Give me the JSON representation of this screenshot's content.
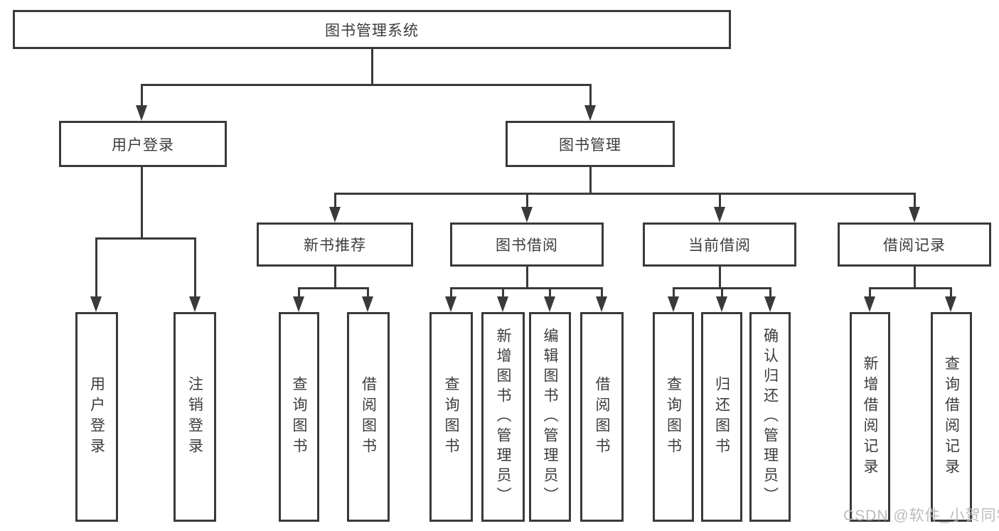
{
  "nodes": {
    "root": "图书管理系统",
    "user_login": "用户登录",
    "book_management": "图书管理",
    "new_book_recommend": "新书推荐",
    "book_borrow": "图书借阅",
    "current_borrow": "当前借阅",
    "borrow_record": "借阅记录",
    "leaf_user_login": "用户登录",
    "leaf_logout": "注销登录",
    "leaf_query_book_a": "查询图书",
    "leaf_borrow_book_a": "借阅图书",
    "leaf_query_book_b": "查询图书",
    "leaf_add_book_admin": "新增图书（管理员）",
    "leaf_edit_book_admin": "编辑图书（管理员）",
    "leaf_borrow_book_b": "借阅图书",
    "leaf_query_book_c": "查询图书",
    "leaf_return_book": "归还图书",
    "leaf_confirm_return_admin": "确认归还（管理员）",
    "leaf_add_borrow_record": "新增借阅记录",
    "leaf_query_borrow_record": "查询借阅记录"
  },
  "watermark": "CSDN @软件_小贺同学",
  "colors": {
    "line": "#3a3a3a",
    "text": "#3c3c3c",
    "watermark": "#b9b8b8",
    "background": "#ffffff"
  }
}
